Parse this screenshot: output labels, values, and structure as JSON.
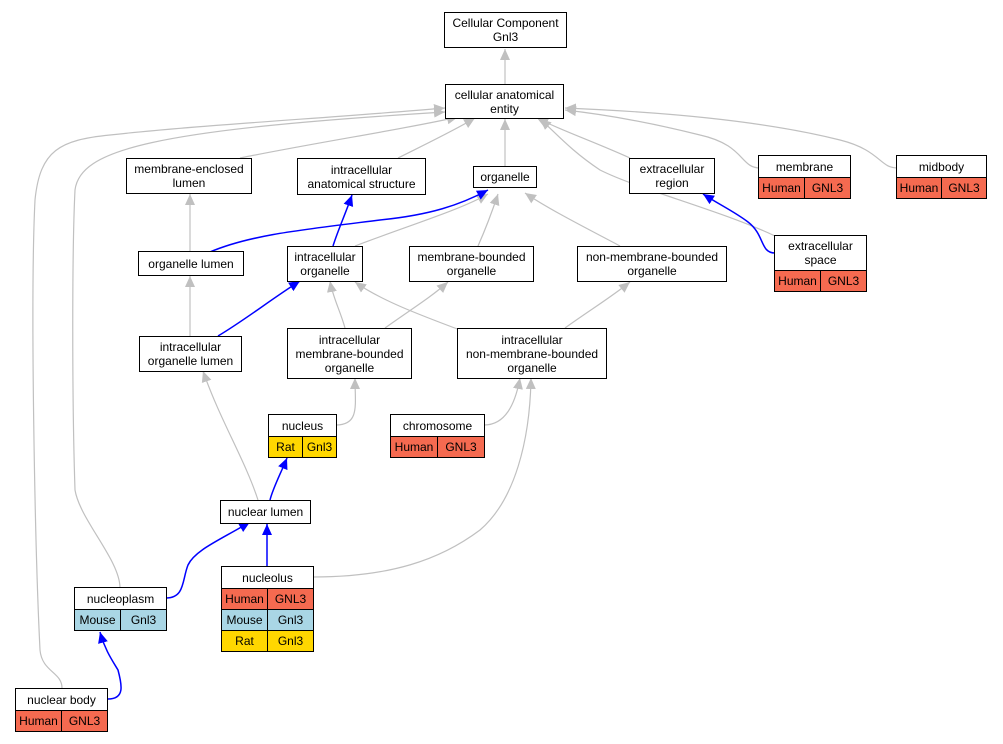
{
  "colors": {
    "Human": "#f56a50",
    "Mouse": "#a9d6e5",
    "Rat": "#ffd700",
    "edge_grey": "#c0c0c0",
    "edge_blue": "#0000ff"
  },
  "nodes": {
    "root": "Cellular Component\nGnl3",
    "cae": "cellular anatomical\nentity",
    "mel": "membrane-enclosed\nlumen",
    "ias": "intracellular\nanatomical structure",
    "organelle": "organelle",
    "ecr": "extracellular\nregion",
    "oll": "organelle lumen",
    "io": "intracellular\norganelle",
    "mbo": "membrane-bounded\norganelle",
    "nmbo": "non-membrane-bounded\norganelle",
    "iol": "intracellular\norganelle lumen",
    "imbo": "intracellular\nmembrane-bounded\norganelle",
    "inmbo": "intracellular\nnon-membrane-bounded\norganelle",
    "nlumen": "nuclear lumen"
  },
  "annotated": {
    "membrane": {
      "title": "membrane",
      "rows": [
        [
          "Human",
          "GNL3"
        ]
      ]
    },
    "midbody": {
      "title": "midbody",
      "rows": [
        [
          "Human",
          "GNL3"
        ]
      ]
    },
    "ecs": {
      "title": "extracellular\nspace",
      "rows": [
        [
          "Human",
          "GNL3"
        ]
      ]
    },
    "nucleus": {
      "title": "nucleus",
      "rows": [
        [
          "Rat",
          "Gnl3"
        ]
      ]
    },
    "chromosome": {
      "title": "chromosome",
      "rows": [
        [
          "Human",
          "GNL3"
        ]
      ]
    },
    "nucleolus": {
      "title": "nucleolus",
      "rows": [
        [
          "Human",
          "GNL3"
        ],
        [
          "Mouse",
          "Gnl3"
        ],
        [
          "Rat",
          "Gnl3"
        ]
      ]
    },
    "nucleoplasm": {
      "title": "nucleoplasm",
      "rows": [
        [
          "Mouse",
          "Gnl3"
        ]
      ]
    },
    "nbody": {
      "title": "nuclear body",
      "rows": [
        [
          "Human",
          "GNL3"
        ]
      ]
    }
  }
}
